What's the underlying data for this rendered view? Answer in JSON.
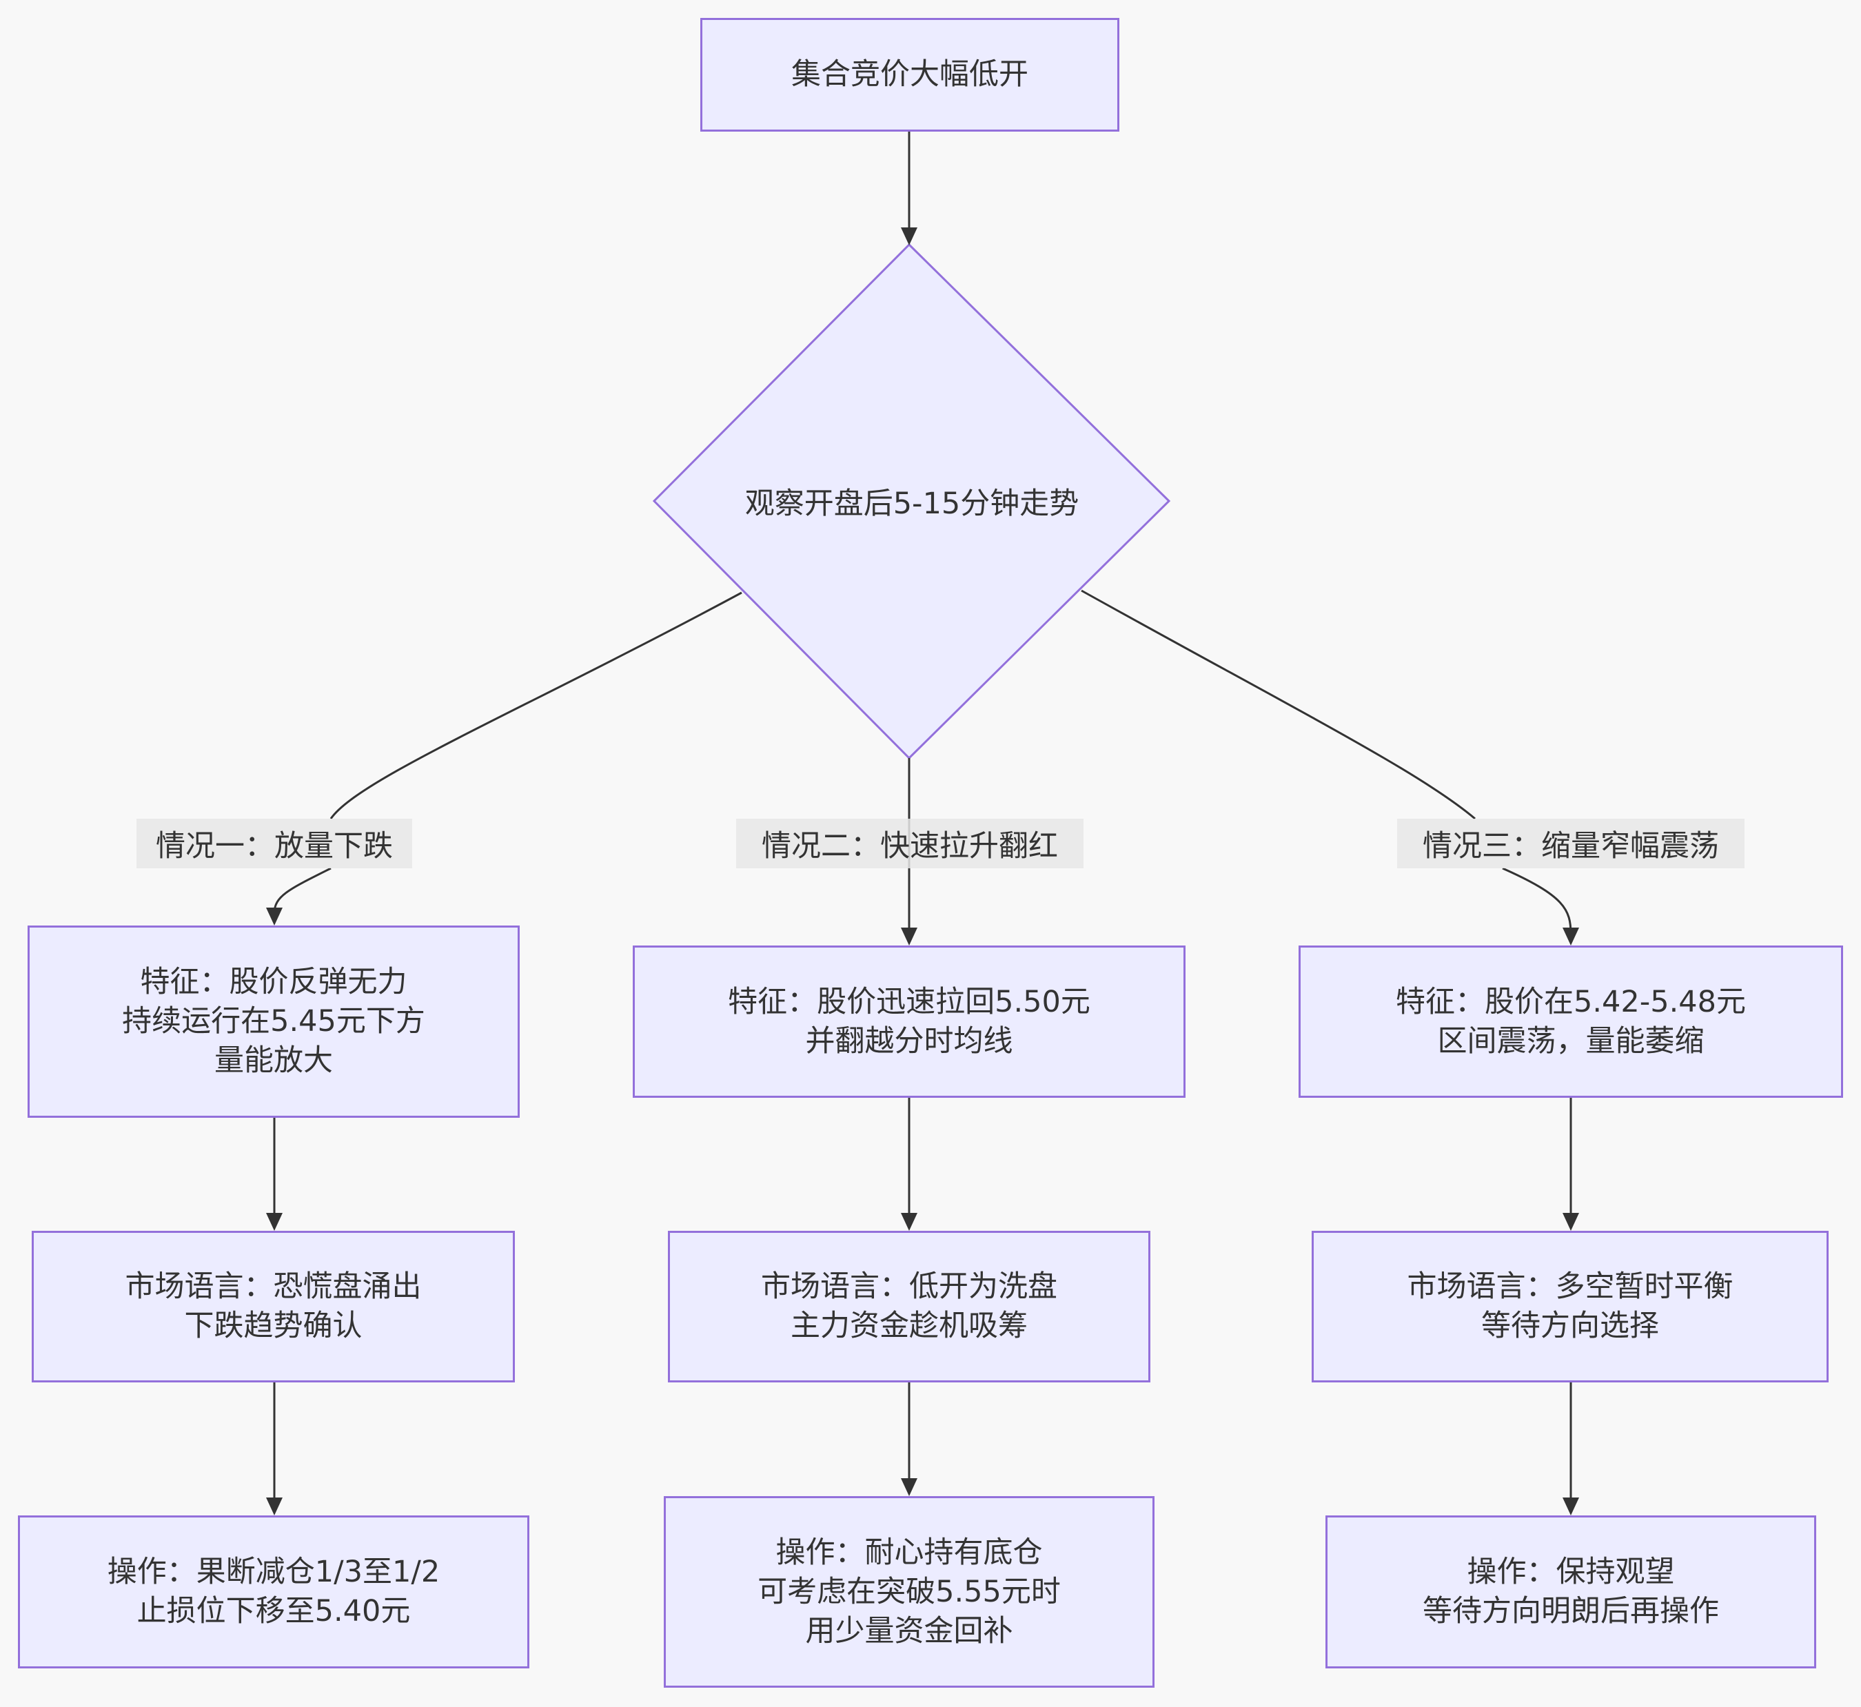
{
  "colors": {
    "background": "#f8f8f8",
    "node_fill": "#ececff",
    "node_stroke": "#9370db",
    "edge": "#333333",
    "label_bg": "#e8e8e8",
    "text": "#333333"
  },
  "start": {
    "text": "集合竞价大幅低开"
  },
  "decision": {
    "text": "观察开盘后5-15分钟走势"
  },
  "branches": [
    {
      "label": "情况一：放量下跌",
      "feature": "特征：股价反弹无力\n持续运行在5.45元下方\n量能放大",
      "market": "市场语言：恐慌盘涌出\n下跌趋势确认",
      "action": "操作：果断减仓1/3至1/2\n止损位下移至5.40元"
    },
    {
      "label": "情况二：快速拉升翻红",
      "feature": "特征：股价迅速拉回5.50元\n并翻越分时均线",
      "market": "市场语言：低开为洗盘\n主力资金趁机吸筹",
      "action": "操作：耐心持有底仓\n可考虑在突破5.55元时\n用少量资金回补"
    },
    {
      "label": "情况三：缩量窄幅震荡",
      "feature": "特征：股价在5.42-5.48元\n区间震荡，量能萎缩",
      "market": "市场语言：多空暂时平衡\n等待方向选择",
      "action": "操作：保持观望\n等待方向明朗后再操作"
    }
  ]
}
